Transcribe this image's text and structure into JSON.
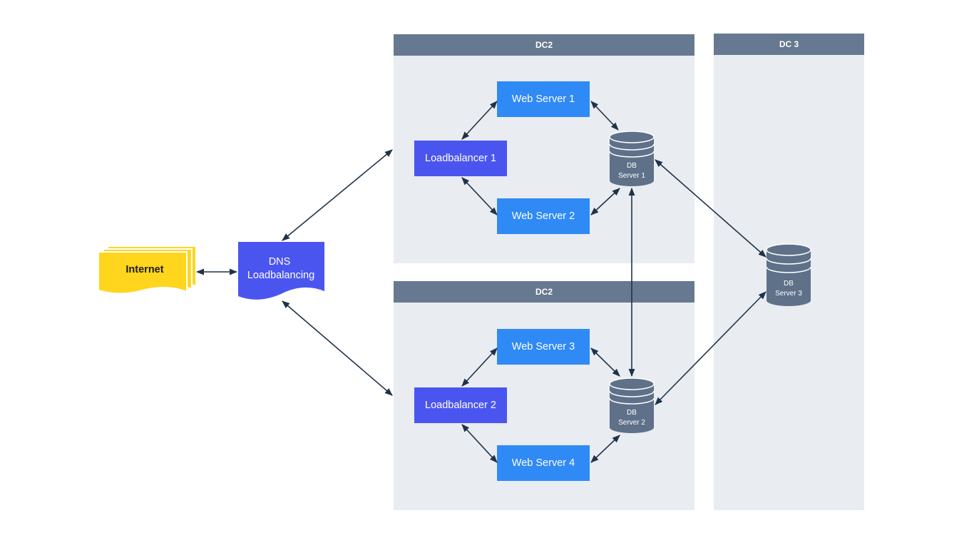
{
  "panels": {
    "dc_top": "DC2",
    "dc_bottom": "DC2",
    "dc3": "DC 3"
  },
  "internet": {
    "label": "Internet"
  },
  "dns": {
    "line1": "DNS",
    "line2": "Loadbalancing"
  },
  "load_balancers": [
    "Loadbalancer 1",
    "Loadbalancer 2"
  ],
  "web_servers": [
    "Web Server 1",
    "Web Server 2",
    "Web Server 3",
    "Web Server 4"
  ],
  "db_servers": [
    {
      "line1": "DB",
      "line2": "Server 1"
    },
    {
      "line1": "DB",
      "line2": "Server 2"
    },
    {
      "line1": "DB",
      "line2": "Server 3"
    }
  ],
  "colors": {
    "panel_bg": "#e9ecf1",
    "panel_header": "#667990",
    "web_server": "#2f8af5",
    "load_balancer": "#4a55f0",
    "dns": "#4a55f0",
    "internet": "#ffd51d",
    "db": "#5f7189",
    "connector": "#1f3348"
  }
}
